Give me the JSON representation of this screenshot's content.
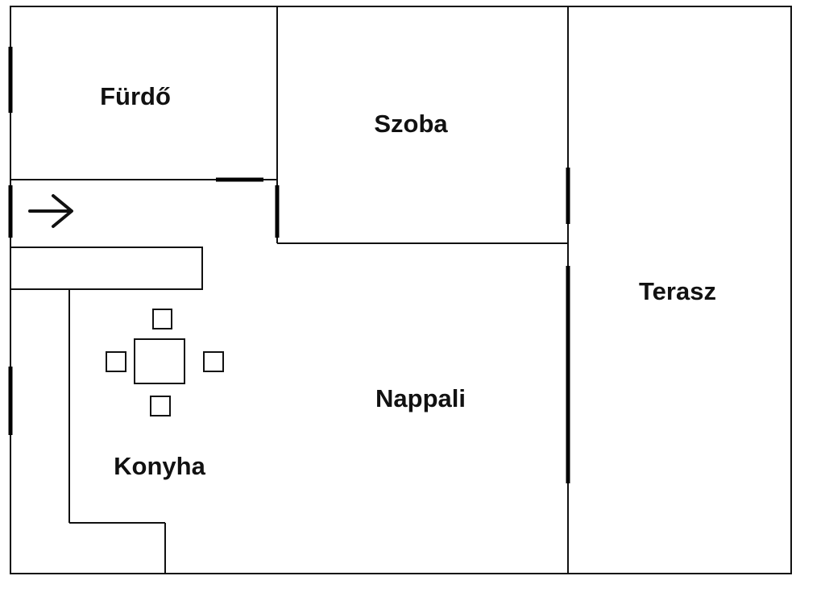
{
  "floor_plan": {
    "rooms": {
      "bathroom": "Fürdő",
      "bedroom": "Szoba",
      "terrace": "Terasz",
      "living_room": "Nappali",
      "kitchen": "Konyha"
    },
    "entrance_icon": "arrow-right-icon",
    "colors": {
      "line": "#111111",
      "background": "#ffffff"
    }
  }
}
